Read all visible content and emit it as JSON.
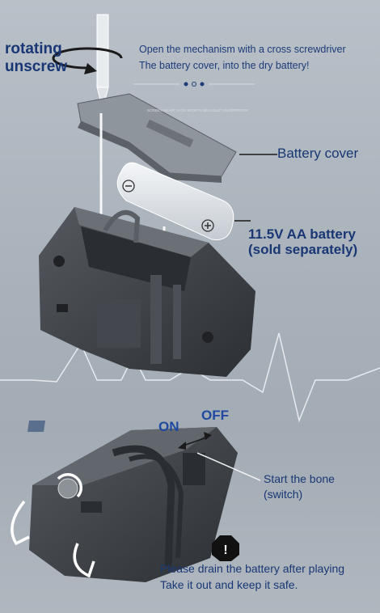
{
  "labels": {
    "rotating_line1": "rotating",
    "rotating_line2": "unscrew",
    "instruction_line1": "Open the mechanism with a cross screwdriver",
    "instruction_line2": "The battery cover, into the dry battery!",
    "cover_print": "SCREEN HEART RATE SPORTS BRACELET WATERPROOF",
    "battery_cover": "Battery cover",
    "battery_line1": "11.5V AA battery",
    "battery_line2": "(sold separately)",
    "battery_minus": "⊖",
    "battery_plus": "⊕",
    "on": "ON",
    "off": "OFF",
    "switch_line1": "Start the bone",
    "switch_line2": "(switch)",
    "warning_glyph": "!",
    "drain_line1": "Please drain the battery after playing",
    "drain_line2": "Take it out and keep it safe."
  },
  "colors": {
    "text_primary": "#183774",
    "switch_blue": "#1f4aa0",
    "device_body": "#3a3d42"
  }
}
